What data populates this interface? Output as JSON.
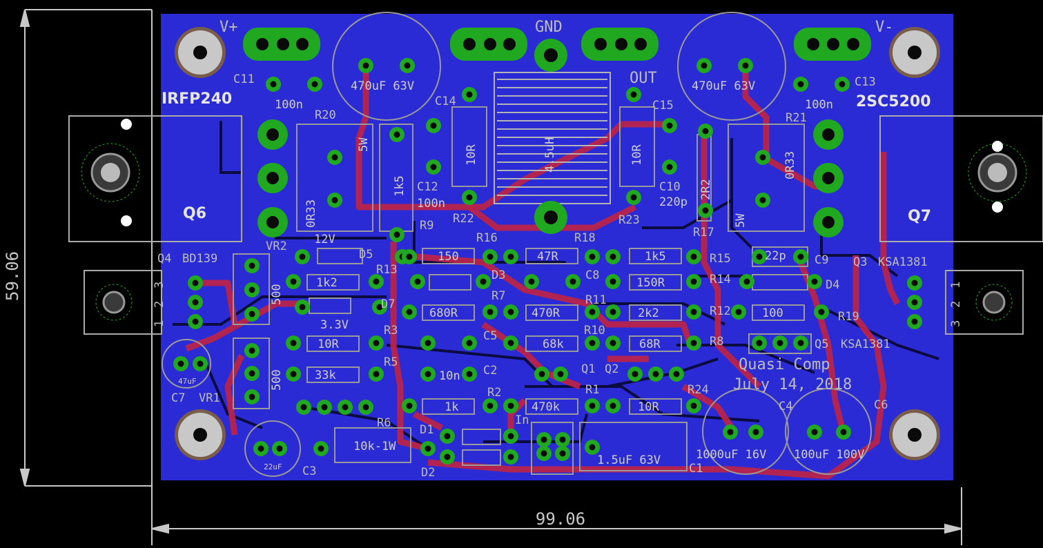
{
  "board": {
    "title": "Quasi Comp",
    "date": "July 14, 2018",
    "width_dim": "99.06",
    "height_dim": "59.06",
    "colors": {
      "board": "#2b2bd6",
      "top_trace": "#b8234a",
      "pad": "#21a821",
      "drill": "#0a0a0a",
      "silk": "#b4b4b4",
      "background": "#000000"
    }
  },
  "headers": {
    "vplus": "V+",
    "gnd": "GND",
    "out": "OUT",
    "vminus": "V-"
  },
  "transistors": {
    "q6_name": "Q6",
    "q6_type": "IRFP240",
    "q7_name": "Q7",
    "q7_type": "2SC5200",
    "q4_name": "Q4",
    "q4_type": "BD139",
    "q3_name": "Q3",
    "q3_type": "KSA1381",
    "q5_name": "Q5",
    "q5_type": "KSA1381",
    "q1_name": "Q1",
    "q2_name": "Q2",
    "q4_pins": [
      "3",
      "2",
      "1"
    ],
    "q3_pins": [
      "1",
      "2",
      "3"
    ]
  },
  "caps": {
    "c11": "C11",
    "c11_val": "100n",
    "c13": "C13",
    "c13_val": "100n",
    "bulk_left_val": "470uF 63V",
    "bulk_right_val": "470uF 63V",
    "c14": "C14",
    "c15": "C15",
    "c12": "C12",
    "c12_val": "100n",
    "c10": "C10",
    "c10_val": "220p",
    "c9": "C9",
    "c9_val": "22p",
    "c8": "C8",
    "c5": "C5",
    "c2": "C2",
    "c7": "C7",
    "c7_val": "47uF",
    "c3": "C3",
    "c3_val": "22uF",
    "c1": "C1",
    "c1_val": "1.5uF 63V",
    "c4": "C4",
    "c4_val": "1000uF 16V",
    "c6": "C6",
    "c6_val": "100uF 100V"
  },
  "resistors": {
    "r20": "R20",
    "r20_val": "0R33",
    "r20_w": "5W",
    "r21": "R21",
    "r21_val": "0R33",
    "r21_w": "5W",
    "r9": "R9",
    "r9_val": "1k5",
    "r22": "R22",
    "r22_val": "10R",
    "r23": "R23",
    "r23_val": "10R",
    "l1_val": "4.5uH",
    "r17": "R17",
    "r17_val": "2R2",
    "r16": "R16",
    "r16_val": "150",
    "r18": "R18",
    "r18_val": "47R",
    "r15": "R15",
    "r15_val": "1k5",
    "r13": "R13",
    "r13_val": "1k2",
    "r14": "R14",
    "r14_val": "150R",
    "r7": "R7",
    "r7_val": "680R",
    "r11": "R11",
    "r11_val": "470R",
    "r12": "R12",
    "r12_val": "2k2",
    "r19": "R19",
    "r19_val": "100",
    "r3": "R3",
    "r3_val": "10R",
    "r10": "R10",
    "r10_val": "68k",
    "r8": "R8",
    "r8_val": "68R",
    "r5": "R5",
    "r5_val": "33k",
    "r2": "R2",
    "r2_val": "1k",
    "r1": "R1",
    "r1_val": "470k",
    "r24": "R24",
    "r24_val": "10R",
    "r6": "R6",
    "r6_val": "10k-1W"
  },
  "diodes": {
    "vr2": "VR2",
    "d5": "D5",
    "d5_val": "12V",
    "d7": "D7",
    "d7_val": "3.3V",
    "d3": "D3",
    "d4": "D4",
    "d1": "D1",
    "d2": "D2"
  },
  "misc": {
    "vr1": "VR1",
    "pot1_val": "500",
    "pot2_val": "500",
    "input_label": "In",
    "c2_val": "10n"
  }
}
